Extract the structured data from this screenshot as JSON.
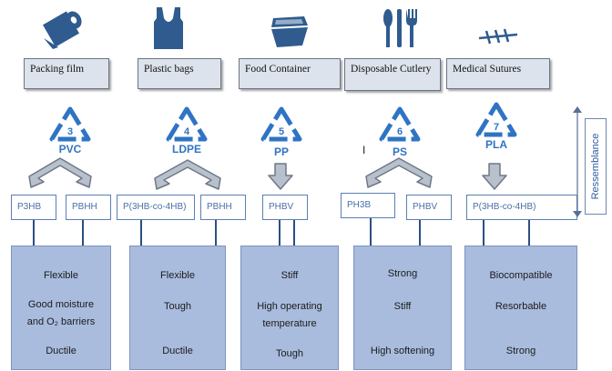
{
  "applications": [
    {
      "label": "Packing film"
    },
    {
      "label": "Plastic bags"
    },
    {
      "label": "Food Container"
    },
    {
      "label": "Disposable Cutlery"
    },
    {
      "label": "Medical Sutures"
    }
  ],
  "codes": [
    {
      "number": "3",
      "name": "PVC"
    },
    {
      "number": "4",
      "name": "LDPE"
    },
    {
      "number": "5",
      "name": "PP"
    },
    {
      "number": "6",
      "name": "PS"
    },
    {
      "number": "7",
      "name": "PLA"
    }
  ],
  "stray_mark": "I",
  "polymers": [
    "P3HB",
    "PBHH",
    "P(3HB-co-4HB)",
    "PBHH",
    "PHBV",
    "PH3B",
    "PHBV",
    "P(3HB-co-4HB)"
  ],
  "properties": [
    [
      "Flexible",
      "Good moisture",
      "and O₂ barriers",
      "Ductile"
    ],
    [
      "Flexible",
      "Tough",
      "Ductile"
    ],
    [
      "Stiff",
      "High operating",
      "temperature",
      "Tough"
    ],
    [
      "Strong",
      "Stiff",
      "High softening"
    ],
    [
      "Biocompatible",
      "Resorbable",
      "Strong"
    ]
  ],
  "side_label": "Ressemblance",
  "colors": {
    "icon": "#2f5b8e",
    "recycle": "#2f74c4",
    "arrow": "#8b96a6",
    "prop_fill": "#a9bcde"
  }
}
